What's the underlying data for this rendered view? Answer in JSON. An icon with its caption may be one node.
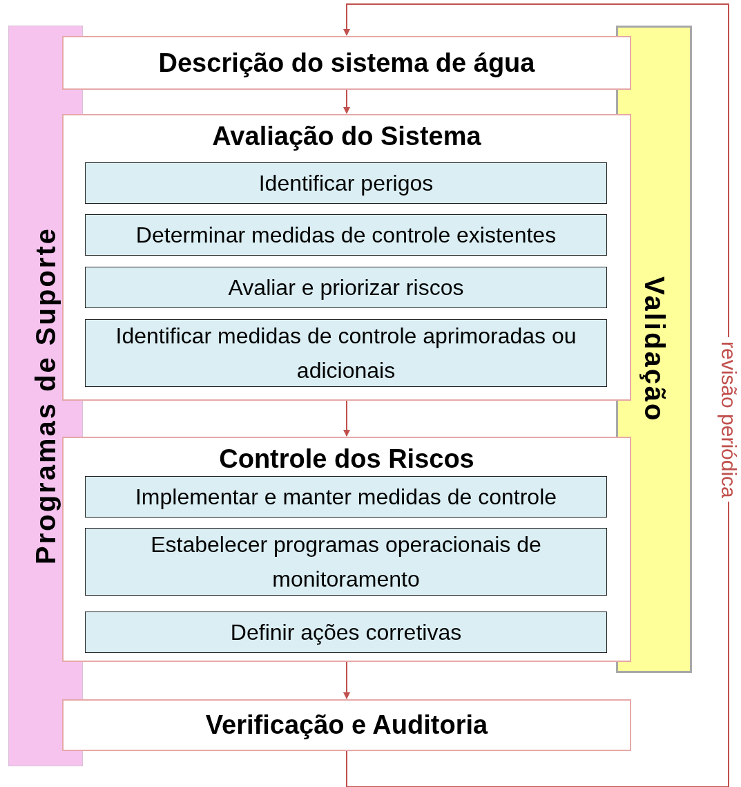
{
  "diagram": {
    "nodes": [
      {
        "text": [
          "Descrição do sistema de água"
        ]
      },
      {
        "text": [
          "Avaliação do Sistema"
        ]
      },
      {
        "text": [
          "Identificar perigos"
        ],
        "in": 1
      },
      {
        "text": [
          "Determinar medidas de controle existentes"
        ],
        "in": 1
      },
      {
        "text": [
          "Avaliar e priorizar riscos"
        ],
        "in": 1
      },
      {
        "text": [
          "Identificar medidas de controle aprimoradas ou adicionais"
        ],
        "in": 1
      },
      {
        "text": [
          "Controle dos Riscos"
        ]
      },
      {
        "text": [
          "Implementar e manter medidas de controle"
        ],
        "in": 6
      },
      {
        "text": [
          "Estabelecer programas operacionais de monitoramento"
        ],
        "in": 6
      },
      {
        "text": [
          "Definir ações corretivas"
        ],
        "in": 6
      },
      {
        "text": [
          "Verificação e Auditoria"
        ]
      },
      {
        "text": [
          "Programas de Suporte"
        ]
      },
      {
        "text": [
          "Validação"
        ]
      }
    ],
    "edges": [
      {
        "from": 0,
        "to": 1,
        "arrow": "to"
      },
      {
        "from": 1,
        "to": 6,
        "arrow": "to"
      },
      {
        "from": 6,
        "to": 10,
        "arrow": "to"
      },
      {
        "from": 10,
        "to": 0,
        "label": "revisão periódica",
        "arrow": "to"
      }
    ]
  }
}
